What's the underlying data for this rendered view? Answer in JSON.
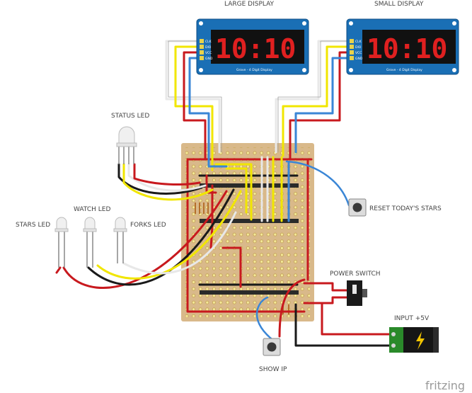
{
  "displays": {
    "large": {
      "label": "LARGE DISPLAY",
      "digits": "10:10",
      "caption": "Grove - 4 Digit Display",
      "pins": [
        "CLK",
        "DIO",
        "VCC",
        "GND"
      ]
    },
    "small": {
      "label": "SMALL DISPLAY",
      "digits": "10:10",
      "caption": "Grove - 4 Digit Display",
      "pins": [
        "CLK",
        "DIO",
        "VCC",
        "GND"
      ]
    }
  },
  "leds": {
    "status": "STATUS LED",
    "stars": "STARS LED",
    "watch": "WATCH LED",
    "forks": "FORKS LED"
  },
  "controls": {
    "reset_button": "RESET TODAY'S STARS",
    "power_switch": "POWER SWITCH",
    "input": "INPUT +5V",
    "show_ip": "SHOW IP"
  },
  "logo": "fritzing",
  "colors": {
    "board": "#d9b98a",
    "display": "#1a6fb5",
    "wire_red": "#c8191e",
    "wire_yellow": "#f1e600",
    "wire_blue": "#3a86d6",
    "wire_white": "#e8e8e8",
    "wire_black": "#1a1a1a",
    "jack": "#2a8a2a"
  }
}
